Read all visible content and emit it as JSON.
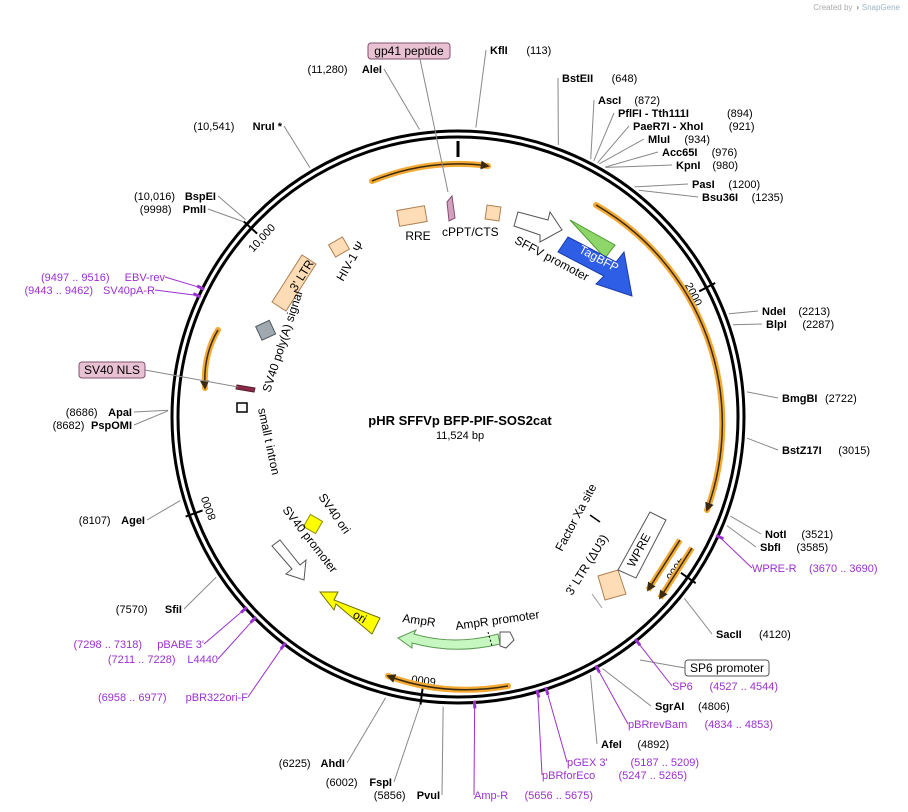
{
  "credit": {
    "prefix": "Created by",
    "brand": "SnapGene"
  },
  "plasmid": {
    "name": "pHR SFFVp BFP-PIF-SOS2cat",
    "size": "11,524 bp",
    "length": 11524
  },
  "ticks": [
    {
      "pos": 2000,
      "label": "2000"
    },
    {
      "pos": 4000,
      "label": "4000"
    },
    {
      "pos": 6000,
      "label": "6000"
    },
    {
      "pos": 8000,
      "label": "8000"
    },
    {
      "pos": 10000,
      "label": "10,000"
    }
  ],
  "sites": [
    {
      "name": "KflI",
      "pos": "(113)",
      "layout": "right"
    },
    {
      "name": "BstEII",
      "pos": "(648)",
      "layout": "right"
    },
    {
      "name": "AscI",
      "pos": "(872)",
      "layout": "right"
    },
    {
      "name": "PflFI - Tth111I",
      "pos": "(894)",
      "layout": "right"
    },
    {
      "name": "PaeR7I - XhoI",
      "pos": "(921)",
      "layout": "right"
    },
    {
      "name": "MluI",
      "pos": "(934)",
      "layout": "right"
    },
    {
      "name": "Acc65I",
      "pos": "(976)",
      "layout": "right"
    },
    {
      "name": "KpnI",
      "pos": "(980)",
      "layout": "right"
    },
    {
      "name": "PasI",
      "pos": "(1200)",
      "layout": "right"
    },
    {
      "name": "Bsu36I",
      "pos": "(1235)",
      "layout": "right"
    },
    {
      "name": "NdeI",
      "pos": "(2213)",
      "layout": "right"
    },
    {
      "name": "BlpI",
      "pos": "(2287)",
      "layout": "right"
    },
    {
      "name": "BmgBI",
      "pos": "(2722)",
      "layout": "right"
    },
    {
      "name": "BstZ17I",
      "pos": "(3015)",
      "layout": "right"
    },
    {
      "name": "NotI",
      "pos": "(3521)",
      "layout": "right"
    },
    {
      "name": "SbfI",
      "pos": "(3585)",
      "layout": "right"
    },
    {
      "name": "SacII",
      "pos": "(4120)",
      "layout": "right"
    },
    {
      "name": "SgrAI",
      "pos": "(4806)",
      "layout": "right"
    },
    {
      "name": "AfeI",
      "pos": "(4892)",
      "layout": "right"
    },
    {
      "name": "PvuI",
      "pos": "(5856)",
      "layout": "left"
    },
    {
      "name": "FspI",
      "pos": "(6002)",
      "layout": "left"
    },
    {
      "name": "AhdI",
      "pos": "(6225)",
      "layout": "left"
    },
    {
      "name": "SfiI",
      "pos": "(7570)",
      "layout": "left"
    },
    {
      "name": "AgeI",
      "pos": "(8107)",
      "layout": "left"
    },
    {
      "name": "PspOMI",
      "pos": "(8682)",
      "layout": "left"
    },
    {
      "name": "ApaI",
      "pos": "(8686)",
      "layout": "left"
    },
    {
      "name": "PmlI",
      "pos": "(9998)",
      "layout": "left"
    },
    {
      "name": "BspEI",
      "pos": "(10,016)",
      "layout": "left"
    },
    {
      "name": "NruI *",
      "pos": "(10,541)",
      "layout": "left"
    },
    {
      "name": "AleI",
      "pos": "(11,280)",
      "layout": "left"
    }
  ],
  "primers": [
    {
      "name": "WPRE-R",
      "range": "(3670 .. 3690)"
    },
    {
      "name": "SP6",
      "range": "(4527 .. 4544)"
    },
    {
      "name": "pBRrevBam",
      "range": "(4834 .. 4853)"
    },
    {
      "name": "pGEX 3'",
      "range": "(5187 .. 5209)"
    },
    {
      "name": "pBRforEco",
      "range": "(5247 .. 5265)"
    },
    {
      "name": "Amp-R",
      "range": "(5656 .. 5675)"
    },
    {
      "name": "pBR322ori-F",
      "range": "(6958 .. 6977)"
    },
    {
      "name": "L4440",
      "range": "(7211 .. 7228)"
    },
    {
      "name": "pBABE 3'",
      "range": "(7298 .. 7318)"
    },
    {
      "name": "SV40pA-R",
      "range": "(9443 .. 9462)"
    },
    {
      "name": "EBV-rev",
      "range": "(9497 .. 9516)"
    }
  ],
  "boxed": {
    "gp41": "gp41 peptide",
    "sv40nls": "SV40 NLS",
    "sp6promoter": "SP6 promoter"
  },
  "features": {
    "rre": "RRE",
    "cppt": "cPPT/CTS",
    "sffv": "SFFV promoter",
    "tagbfp": "TagBFP",
    "hiv": "HIV-1 Ψ",
    "ltr5": "3' LTR",
    "sv40pa": "SV40 poly(A) signal",
    "intron": "small t intron",
    "sv40ori": "SV40 ori",
    "sv40p": "SV40 promoter",
    "ori": "ori",
    "ampr": "AmpR",
    "amprp": "AmpR promoter",
    "ltr3": "3' LTR (ΔU3)",
    "wpre": "WPRE",
    "factorxa": "Factor Xa site"
  },
  "colors": {
    "backbone": "#000000",
    "orf": "#f3a933",
    "tagbfp": "#2e5de6",
    "ori": "#ffff00",
    "ampr": "#c7f7c0",
    "ltr": "#fddcb6",
    "primer": "#9b30d0",
    "boxed": "#e8c2d2"
  }
}
